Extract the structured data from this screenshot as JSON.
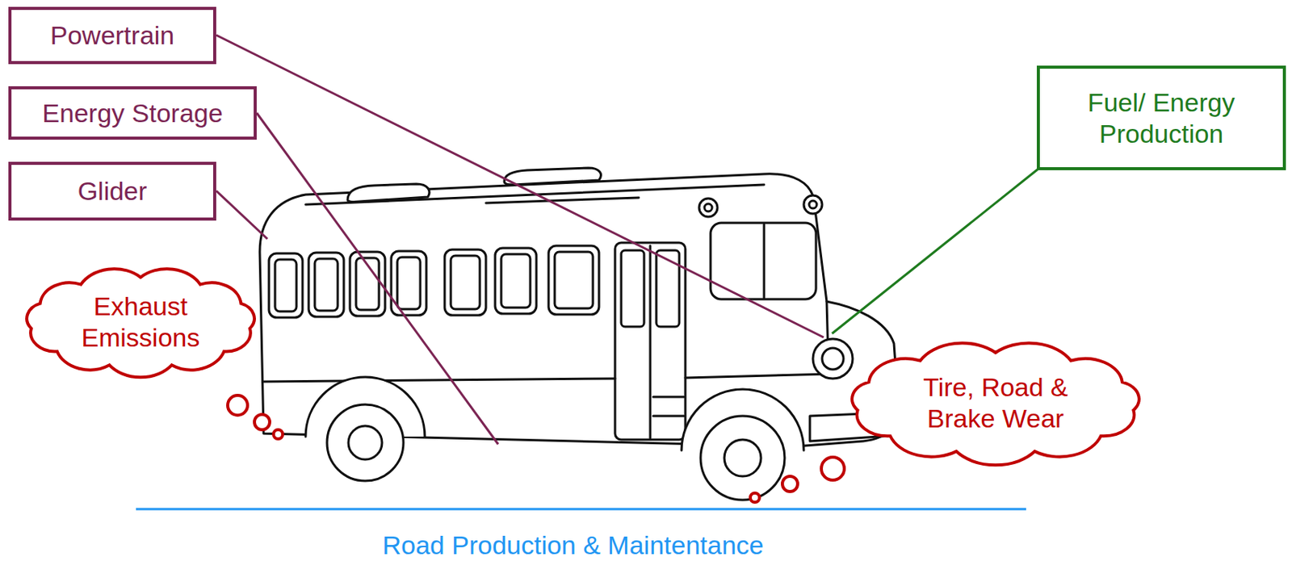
{
  "diagram": {
    "nodes": [
      {
        "text": [
          "Powertrain"
        ]
      },
      {
        "text": [
          "Energy Storage"
        ]
      },
      {
        "text": [
          "Glider"
        ]
      },
      {
        "text": [
          "Fuel/ Energy Production"
        ]
      },
      {
        "text": [
          "Exhaust Emissions"
        ]
      },
      {
        "text": [
          "Tire, Road & Brake Wear"
        ]
      }
    ],
    "labels": [
      "Road Production & Maintentance"
    ]
  }
}
